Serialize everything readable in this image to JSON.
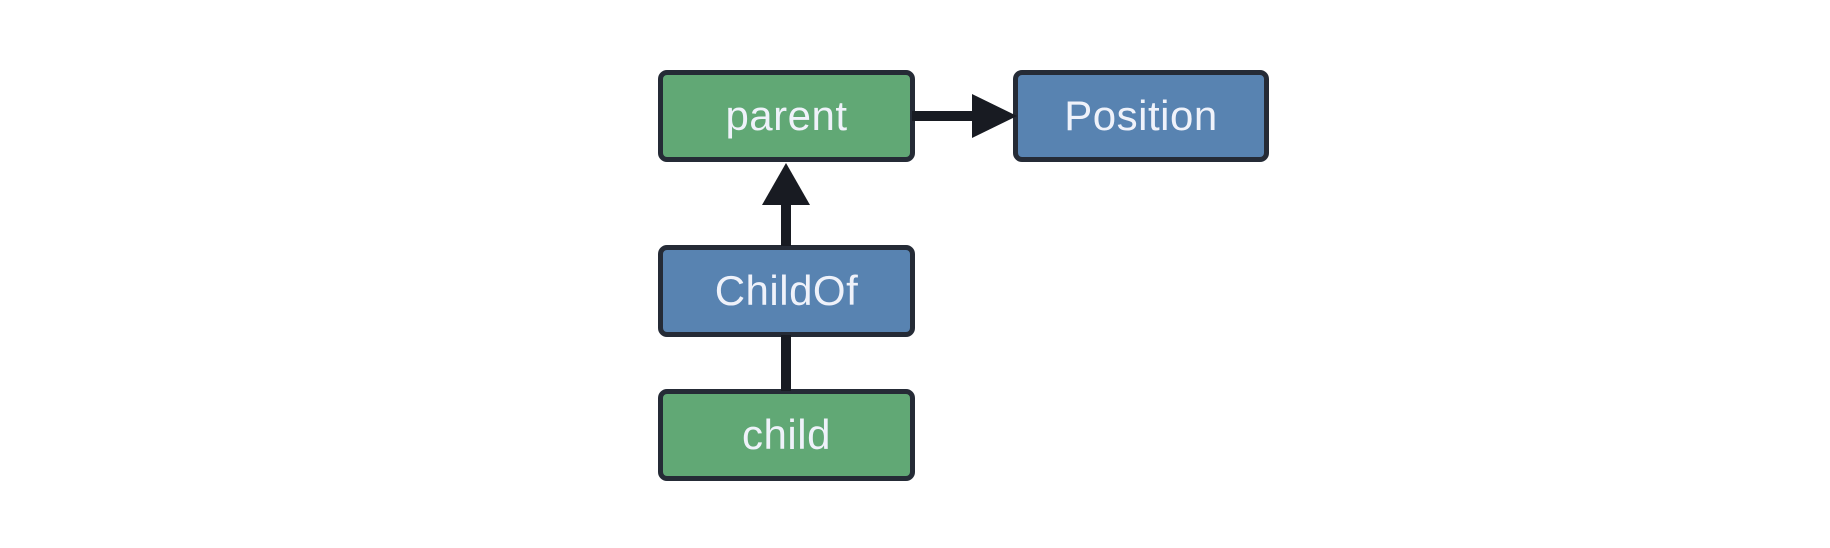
{
  "diagram": {
    "title": "entity-relationship-diagram",
    "background": "#ffffff",
    "nodes": [
      {
        "id": "parent",
        "label": "parent",
        "kind": "entity",
        "fill": "#61A875"
      },
      {
        "id": "Position",
        "label": "Position",
        "kind": "component",
        "fill": "#5883B1"
      },
      {
        "id": "ChildOf",
        "label": "ChildOf",
        "kind": "relationship",
        "fill": "#5883B1"
      },
      {
        "id": "child",
        "label": "child",
        "kind": "entity",
        "fill": "#61A875"
      }
    ],
    "edges": [
      {
        "from": "parent",
        "to": "Position",
        "style": "arrow",
        "direction": "right"
      },
      {
        "from": "ChildOf",
        "to": "parent",
        "style": "arrow",
        "direction": "up"
      },
      {
        "from": "child",
        "to": "ChildOf",
        "style": "line",
        "direction": "up"
      }
    ],
    "colors": {
      "entity_fill": "#61A875",
      "component_fill": "#5883B1",
      "border": "#252B36",
      "connector": "#181B22",
      "text": "#EFF2FA"
    }
  }
}
